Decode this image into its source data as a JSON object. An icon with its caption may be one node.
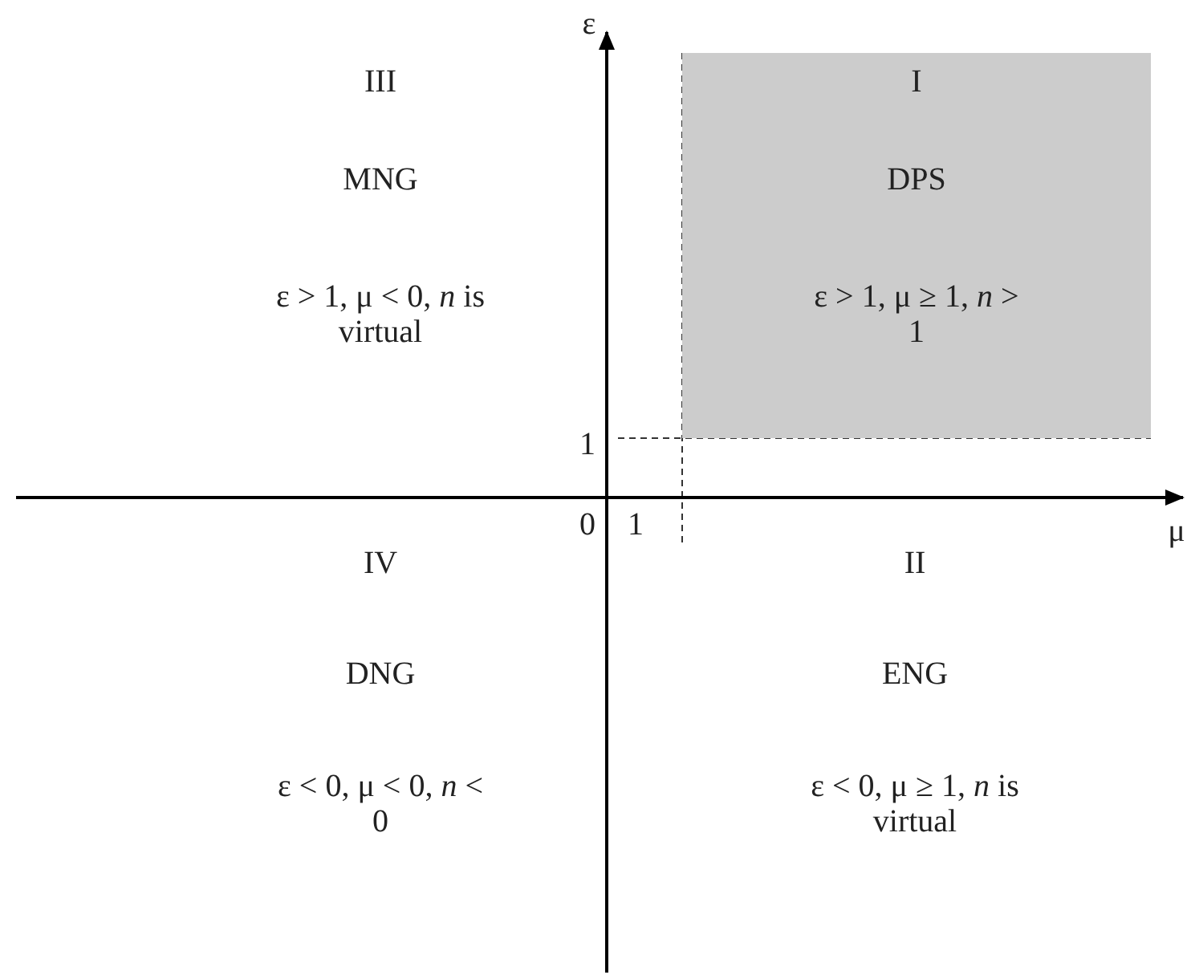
{
  "diagram": {
    "nodes": [
      {
        "text": [
          "I",
          "DPS",
          "ε > 1, μ ≥ 1, *n* > 1"
        ]
      }
    ],
    "edges": [],
    "labels": [
      "ε",
      "III",
      "MNG",
      "ε > 1, μ < 0, *n* is virtual",
      "1",
      "0",
      "1",
      "μ",
      "IV",
      "DNG",
      "ε < 0, μ < 0, *n* < 0",
      "II",
      "ENG",
      "ε < 0, μ ≥ 1, *n* is virtual"
    ]
  }
}
